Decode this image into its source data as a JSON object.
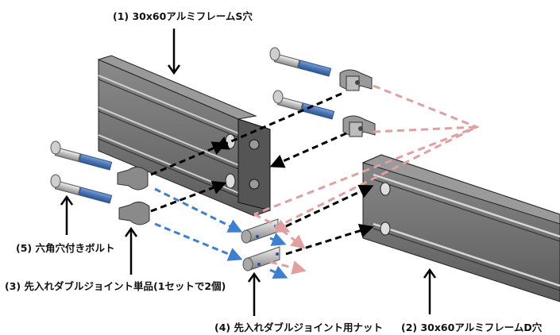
{
  "diagram": {
    "title": "30x60 aluminum frame double joint assembly",
    "labels": {
      "part1": "(1) 30x60アルミフレームS穴",
      "part2": "(2) 30x60アルミフレームD穴",
      "part3": "(3) 先入れダブルジョイント単品(1セットで2個)",
      "part4": "(4) 先入れダブルジョイント用ナット",
      "part5": "(5) 六角穴付きボルト"
    },
    "colors": {
      "frame": "#6e6e6e",
      "frame_dark": "#3a3a3a",
      "frame_light": "#c8c8c8",
      "thread": "#4a74b4",
      "pink_path": "#e0a0a0",
      "blue_path": "#3d7fd0",
      "black_path": "#000000"
    },
    "parts": [
      {
        "id": "1",
        "name": "frame-s-hole"
      },
      {
        "id": "2",
        "name": "frame-d-hole"
      },
      {
        "id": "3",
        "name": "double-joint"
      },
      {
        "id": "4",
        "name": "joint-nut"
      },
      {
        "id": "5",
        "name": "hex-socket-bolt"
      }
    ]
  }
}
